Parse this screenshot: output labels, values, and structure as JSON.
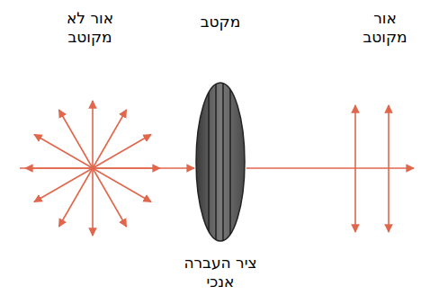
{
  "diagram": {
    "labels": [
      "אור לא מקוטב",
      "מקטב",
      "אור מקוטב",
      "ציר העברה אנכי"
    ]
  }
}
